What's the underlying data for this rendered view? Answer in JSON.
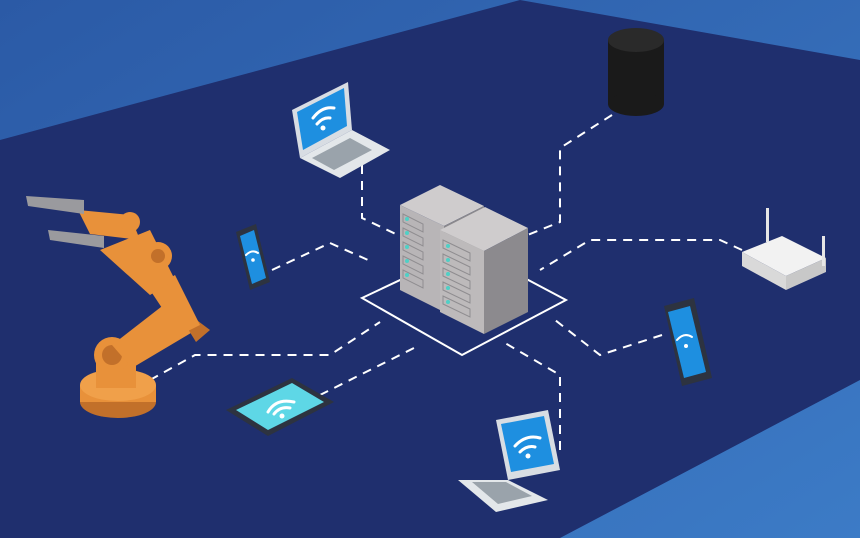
{
  "scene": {
    "description_visible_text": "",
    "colors": {
      "background_light": "#3a78c4",
      "background_mid": "#2a5ca8",
      "platform": "#1f2f6e",
      "connector": "#ffffff",
      "server_body": "#8c8a8e",
      "server_front": "#b9b6b8",
      "server_led": "#4fd0c6",
      "robot_arm": "#e8913a",
      "robot_shadow": "#c2702a",
      "gripper": "#9a9a9e",
      "screen_blue": "#1e8fe0",
      "tablet_screen": "#5ed7e6",
      "speaker": "#1a1a1a",
      "router": "#f2f2f2",
      "device_frame": "#2d3340",
      "laptop_body": "#d8dde3"
    },
    "nodes": [
      {
        "id": "server",
        "icon": "server-rack-icon"
      },
      {
        "id": "laptop-top",
        "icon": "laptop-wifi-icon"
      },
      {
        "id": "smart-speaker",
        "icon": "smart-speaker-icon"
      },
      {
        "id": "phone-left",
        "icon": "smartphone-wifi-icon"
      },
      {
        "id": "router",
        "icon": "wifi-router-icon"
      },
      {
        "id": "tablet-right",
        "icon": "tablet-wifi-icon"
      },
      {
        "id": "robot-arm",
        "icon": "industrial-robot-arm-icon"
      },
      {
        "id": "tablet-flat",
        "icon": "tablet-wifi-icon"
      },
      {
        "id": "laptop-bottom",
        "icon": "laptop-wifi-icon"
      }
    ],
    "connections": [
      {
        "from": "server",
        "to": "laptop-top",
        "style": "dashed"
      },
      {
        "from": "server",
        "to": "smart-speaker",
        "style": "dashed"
      },
      {
        "from": "server",
        "to": "phone-left",
        "style": "dashed"
      },
      {
        "from": "server",
        "to": "router",
        "style": "dashed"
      },
      {
        "from": "server",
        "to": "tablet-right",
        "style": "dashed"
      },
      {
        "from": "server",
        "to": "robot-arm",
        "style": "dashed"
      },
      {
        "from": "server",
        "to": "tablet-flat",
        "style": "dashed"
      },
      {
        "from": "server",
        "to": "laptop-bottom",
        "style": "dashed"
      }
    ]
  }
}
